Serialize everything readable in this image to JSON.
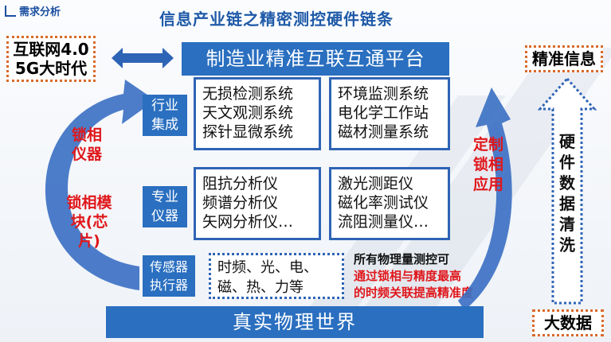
{
  "header": {
    "tag": "需求分析",
    "title": "信息产业链之精密测控硬件链条"
  },
  "left_top": {
    "line1": "互联网4.0",
    "line2": "5G大时代"
  },
  "platform": "制造业精准互联互通平台",
  "right_top": "精准信息",
  "right_bottom": "大数据",
  "right_vertical": "硬件数据清洗",
  "left_labels": {
    "lockin_instrument": "锁相仪器",
    "lockin_module": "锁相模块(芯片)"
  },
  "right_red": "定制锁相应用",
  "rows": [
    {
      "label": "行业集成",
      "left": [
        "无损检测系统",
        "天文观测系统",
        "探针显微系统"
      ],
      "right": [
        "环境监测系统",
        "电化学工作站",
        "磁材测量系统"
      ]
    },
    {
      "label": "专业仪器",
      "left": [
        "阻抗分析仪",
        "频谱分析仪",
        "矢网分析仪…"
      ],
      "right": [
        "激光测距仪",
        "磁化率测试仪",
        "流阻测量仪…"
      ]
    }
  ],
  "sensor": {
    "label": "传感器执行器",
    "quantities": [
      "时频、光、电、",
      "磁、热、力等"
    ]
  },
  "note": {
    "line1": "所有物理量测控可",
    "line2": "通过锁相与精度最高",
    "line3": "的时频关联提高精准度"
  },
  "bottom": "真实物理世界",
  "colors": {
    "blue": "#2e64b5",
    "fill_blue": "#2a6fc0",
    "red": "#e0171b",
    "orange": "#d9692a"
  }
}
